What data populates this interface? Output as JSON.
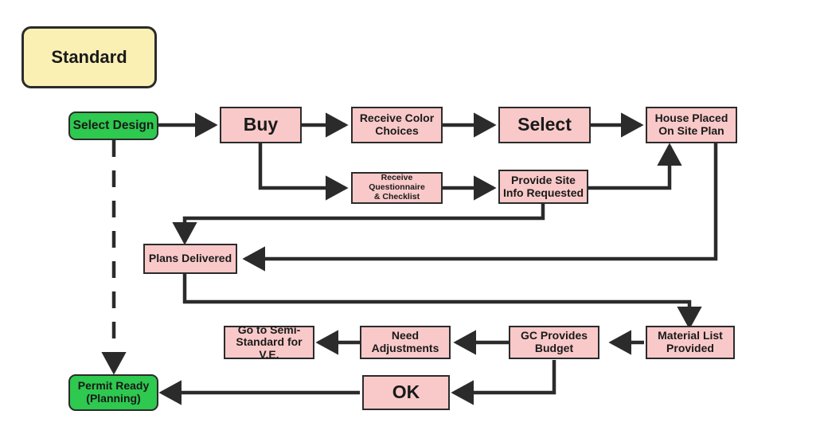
{
  "diagram": {
    "title_badge": {
      "label": "Standard",
      "fill": "#faf0b4"
    },
    "colors": {
      "process": "#f9c9c9",
      "terminal": "#2ec94f",
      "stroke": "#2b2b2b",
      "background": "#ffffff"
    },
    "nodes": [
      {
        "id": "select-design",
        "label": "Select Design",
        "type": "terminal"
      },
      {
        "id": "buy",
        "label": "Buy",
        "type": "process"
      },
      {
        "id": "receive-color",
        "label": "Receive Color\nChoices",
        "type": "process"
      },
      {
        "id": "select",
        "label": "Select",
        "type": "process"
      },
      {
        "id": "house-placed",
        "label": "House Placed\nOn Site Plan",
        "type": "process"
      },
      {
        "id": "receive-quest",
        "label": "Receive Questionnaire\n& Checklist",
        "type": "process"
      },
      {
        "id": "provide-site-info",
        "label": "Provide Site\nInfo Requested",
        "type": "process"
      },
      {
        "id": "plans-delivered",
        "label": "Plans Delivered",
        "type": "process"
      },
      {
        "id": "material-list",
        "label": "Material List\nProvided",
        "type": "process"
      },
      {
        "id": "gc-budget",
        "label": "GC Provides\nBudget",
        "type": "process"
      },
      {
        "id": "need-adjustments",
        "label": "Need\nAdjustments",
        "type": "process"
      },
      {
        "id": "go-semi-standard",
        "label": "Go to Semi-\nStandard for V.E.",
        "type": "process"
      },
      {
        "id": "ok",
        "label": "OK",
        "type": "process"
      },
      {
        "id": "permit-ready",
        "label": "Permit Ready\n(Planning)",
        "type": "terminal"
      }
    ],
    "labels": {
      "select_design": "Select Design",
      "buy": "Buy",
      "receive_color_1": "Receive Color",
      "receive_color_2": "Choices",
      "select": "Select",
      "house_placed_1": "House Placed",
      "house_placed_2": "On Site Plan",
      "receive_quest_1": "Receive Questionnaire",
      "receive_quest_2": "& Checklist",
      "provide_site_1": "Provide Site",
      "provide_site_2": "Info Requested",
      "plans_delivered": "Plans Delivered",
      "material_list_1": "Material List",
      "material_list_2": "Provided",
      "gc_budget_1": "GC Provides",
      "gc_budget_2": "Budget",
      "need_adj_1": "Need",
      "need_adj_2": "Adjustments",
      "go_semi_1": "Go to Semi-",
      "go_semi_2": "Standard for V.E.",
      "ok": "OK",
      "permit_1": "Permit Ready",
      "permit_2": "(Planning)"
    },
    "edges": [
      {
        "from": "select-design",
        "to": "buy",
        "style": "solid"
      },
      {
        "from": "buy",
        "to": "receive-color",
        "style": "solid"
      },
      {
        "from": "receive-color",
        "to": "select",
        "style": "solid"
      },
      {
        "from": "select",
        "to": "house-placed",
        "style": "solid"
      },
      {
        "from": "buy",
        "to": "receive-quest",
        "style": "solid"
      },
      {
        "from": "receive-quest",
        "to": "provide-site-info",
        "style": "solid"
      },
      {
        "from": "provide-site-info",
        "to": "house-placed",
        "style": "solid"
      },
      {
        "from": "provide-site-info",
        "to": "plans-delivered",
        "style": "solid"
      },
      {
        "from": "house-placed",
        "to": "plans-delivered",
        "style": "solid"
      },
      {
        "from": "plans-delivered",
        "to": "material-list",
        "style": "solid"
      },
      {
        "from": "material-list",
        "to": "gc-budget",
        "style": "solid"
      },
      {
        "from": "gc-budget",
        "to": "need-adjustments",
        "style": "solid"
      },
      {
        "from": "need-adjustments",
        "to": "go-semi-standard",
        "style": "solid"
      },
      {
        "from": "gc-budget",
        "to": "ok",
        "style": "solid"
      },
      {
        "from": "ok",
        "to": "permit-ready",
        "style": "solid"
      },
      {
        "from": "select-design",
        "to": "permit-ready",
        "style": "dashed"
      }
    ]
  }
}
